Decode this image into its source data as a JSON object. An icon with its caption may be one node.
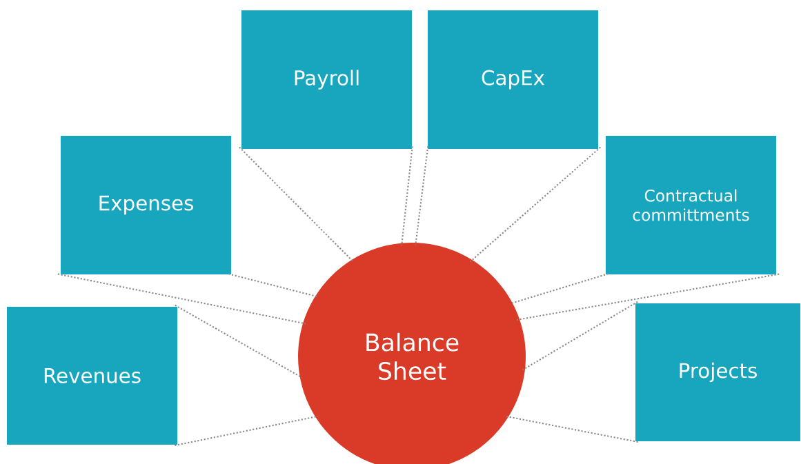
{
  "diagram": {
    "nodes": [
      {
        "text": [
          "Payroll"
        ]
      },
      {
        "text": [
          "CapEx"
        ]
      },
      {
        "text": [
          "Expenses"
        ]
      },
      {
        "text": [
          "Contractual committments"
        ]
      },
      {
        "text": [
          "Balance Sheet"
        ]
      },
      {
        "text": [
          "Revenues"
        ]
      },
      {
        "text": [
          "Projects"
        ]
      }
    ],
    "edges": [
      {
        "from": 0,
        "to": 4,
        "arrow": "none"
      },
      {
        "from": 0,
        "to": 4,
        "arrow": "none"
      },
      {
        "from": 1,
        "to": 4,
        "arrow": "none"
      },
      {
        "from": 1,
        "to": 4,
        "arrow": "none"
      },
      {
        "from": 2,
        "to": 4,
        "arrow": "none"
      },
      {
        "from": 2,
        "to": 4,
        "arrow": "none"
      },
      {
        "from": 3,
        "to": 4,
        "arrow": "none"
      },
      {
        "from": 3,
        "to": 4,
        "arrow": "none"
      },
      {
        "from": 5,
        "to": 4,
        "arrow": "none"
      },
      {
        "from": 5,
        "to": 4,
        "arrow": "none"
      },
      {
        "from": 6,
        "to": 4,
        "arrow": "none"
      },
      {
        "from": 6,
        "to": 4,
        "arrow": "none"
      }
    ]
  }
}
